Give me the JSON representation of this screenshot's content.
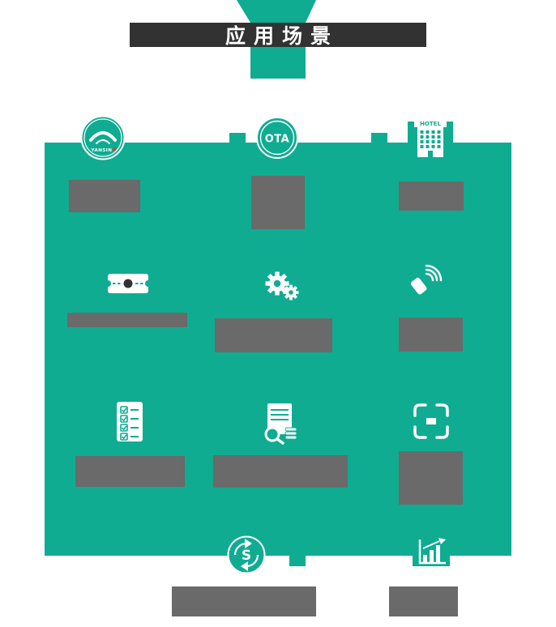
{
  "section": {
    "title": "应用场景"
  },
  "colors": {
    "teal": "#0FAC92",
    "dark": "#323232",
    "gray": "#6A6A6A",
    "red": "#E8392F"
  },
  "badges": {
    "yansin": "YANSIN",
    "ota": "OTA",
    "hotel": "HOTEL",
    "currency_symbol": "S"
  },
  "scenarios": {
    "row1": [
      "yansin-brand-badge",
      "ota-badge",
      "hotel-building-icon"
    ],
    "row2": [
      "ticket-icon",
      "gears-icon",
      "signal-device-icon"
    ],
    "row3": [
      "checklist-icon",
      "document-audit-icon",
      "scan-frame-icon"
    ],
    "row4": [
      "currency-cycle-icon",
      "growth-chart-icon"
    ]
  }
}
